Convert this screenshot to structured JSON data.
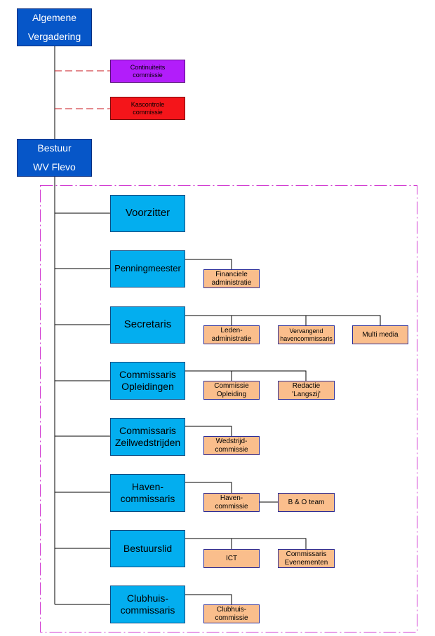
{
  "governance": {
    "general_assembly": "Algemene\nVergadering",
    "continuity_committee": "Continuiteits\ncommissie",
    "audit_committee": "Kascontrole\ncommissie",
    "board": "Bestuur\nWV Flevo"
  },
  "roles": {
    "chairman": "Voorzitter",
    "treasurer": "Penningmeester",
    "secretary": "Secretaris",
    "training": "Commissaris\nOpleidingen",
    "racing": "Commissaris\nZeilwedstrijden",
    "harbour": "Haven-\ncommissaris",
    "board_member": "Bestuurslid",
    "clubhouse": "Clubhuis-\ncommissaris"
  },
  "subunits": {
    "financial_admin": "Financiele\nadministratie",
    "member_admin": "Leden-\nadministratie",
    "deputy_harbour": "Vervangend\nhavencommissaris",
    "multimedia": "Multi media",
    "training_committee": "Commissie\nOpleiding",
    "editorial": "Redactie\n'Langszij'",
    "racing_committee": "Wedstrijd-\ncommissie",
    "harbour_committee": "Haven-\ncommissie",
    "bo_team": "B & O team",
    "ict": "ICT",
    "events": "Commissaris\nEvenementen",
    "clubhouse_committee": "Clubhuis-\ncommissie"
  },
  "colors": {
    "top_fill": "#0656c8",
    "role_fill": "#03aeef",
    "sub_fill": "#fabe8c",
    "continuity_fill": "#b21dfa",
    "audit_fill": "#f4151a",
    "dashed_connector": "#c8141e",
    "board_boundary": "#d23cd2",
    "line": "#000000"
  }
}
